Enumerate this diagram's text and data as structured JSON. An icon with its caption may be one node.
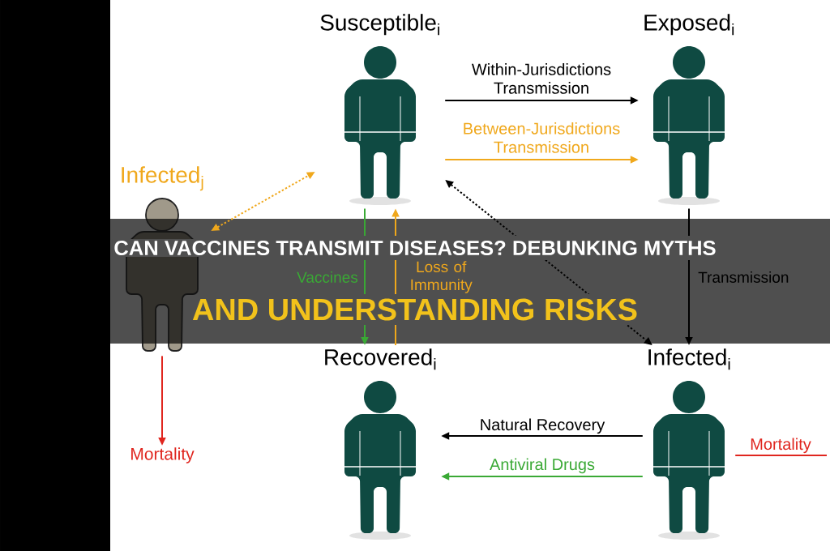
{
  "diagram": {
    "title": "CAN VACCINES TRANSMIT DISEASES? DEBUNKING MYTHS AND UNDERSTANDING RISKS",
    "nodes": [
      {
        "text": [
          "Susceptible$_{i}$"
        ]
      },
      {
        "text": [
          "Exposed$_{i}$"
        ]
      },
      {
        "text": [
          "Infected$_{j}$"
        ]
      },
      {
        "text": [
          "Recovered$_{i}$"
        ]
      },
      {
        "text": [
          "Infected$_{i}$"
        ]
      },
      {
        "text": [
          "Mortality"
        ]
      }
    ],
    "edges": [
      {
        "from": 0,
        "to": 1,
        "arrow": "to",
        "label": "Within-Jurisdictions Transmission"
      },
      {
        "from": 0,
        "to": 1,
        "arrow": "to",
        "label": "Between-Jurisdictions Transmission",
        "color": "#f0a81c"
      },
      {
        "from": 2,
        "to": 0,
        "arrow": "both",
        "style": "dashed",
        "color": "#f0a81c"
      },
      {
        "from": 0,
        "to": 4,
        "arrow": "both",
        "style": "dashed"
      },
      {
        "from": 0,
        "to": 3,
        "arrow": "to",
        "label": "Vaccines",
        "color": "#3aa935"
      },
      {
        "from": 3,
        "to": 0,
        "arrow": "to",
        "label": "Loss of Immunity",
        "color": "#f0a81c"
      },
      {
        "from": 1,
        "to": 4,
        "arrow": "to",
        "label": "Transmission"
      },
      {
        "from": 4,
        "to": 3,
        "arrow": "to",
        "label": "Natural Recovery"
      },
      {
        "from": 4,
        "to": 3,
        "arrow": "to",
        "label": "Antiviral Drugs",
        "color": "#3aa935"
      },
      {
        "from": 2,
        "to": 5,
        "arrow": "to",
        "color": "#e0261f"
      },
      {
        "from": 4,
        "to": null,
        "arrow": "none",
        "label": "Mortality",
        "color": "#e0261f"
      }
    ]
  }
}
